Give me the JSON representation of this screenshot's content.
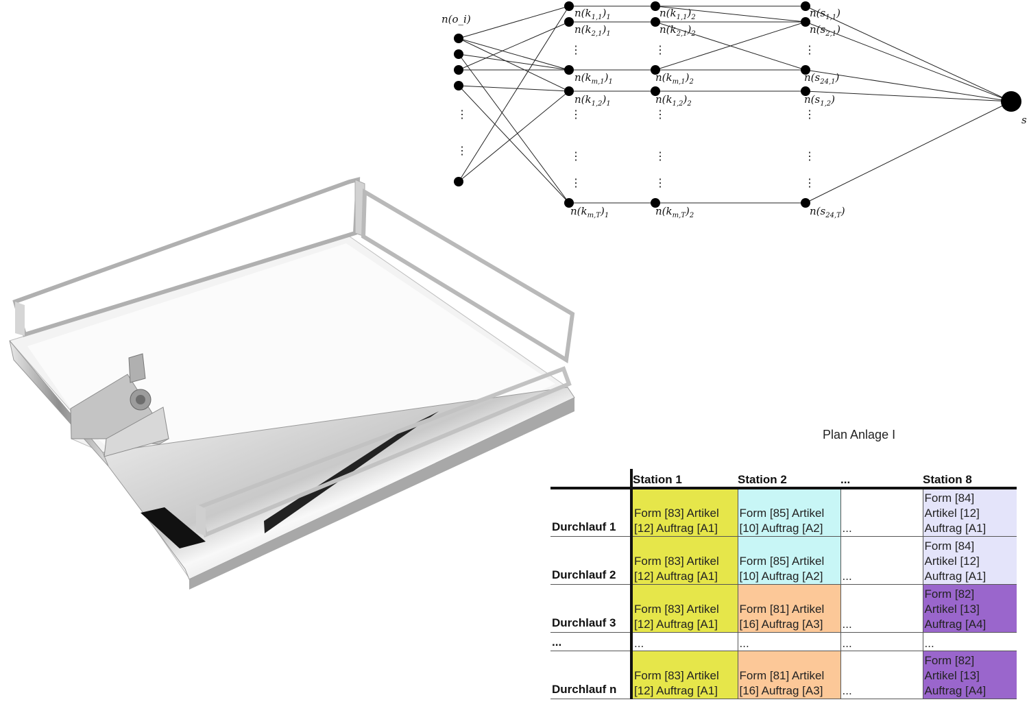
{
  "graph": {
    "source_label": "n(o_i)",
    "sink_label": "s",
    "labels": [
      {
        "base": "n(k",
        "sub": "1,1",
        "tail": ")",
        "tailsub": "1"
      },
      {
        "base": "n(k",
        "sub": "2,1",
        "tail": ")",
        "tailsub": "1"
      },
      {
        "base": "n(k",
        "sub": "m,1",
        "tail": ")",
        "tailsub": "1"
      },
      {
        "base": "n(k",
        "sub": "1,2",
        "tail": ")",
        "tailsub": "1"
      },
      {
        "base": "n(k",
        "sub": "m,T",
        "tail": ")",
        "tailsub": "1"
      },
      {
        "base": "n(k",
        "sub": "1,1",
        "tail": ")",
        "tailsub": "2"
      },
      {
        "base": "n(k",
        "sub": "2,1",
        "tail": ")",
        "tailsub": "2"
      },
      {
        "base": "n(k",
        "sub": "m,1",
        "tail": ")",
        "tailsub": "2"
      },
      {
        "base": "n(k",
        "sub": "1,2",
        "tail": ")",
        "tailsub": "2"
      },
      {
        "base": "n(k",
        "sub": "m,T",
        "tail": ")",
        "tailsub": "2"
      },
      {
        "base": "n(s",
        "sub": "1,1",
        "tail": ")",
        "tailsub": ""
      },
      {
        "base": "n(s",
        "sub": "2,1",
        "tail": ")",
        "tailsub": ""
      },
      {
        "base": "n(s",
        "sub": "24,1",
        "tail": ")",
        "tailsub": ""
      },
      {
        "base": "n(s",
        "sub": "1,2",
        "tail": ")",
        "tailsub": ""
      },
      {
        "base": "n(s",
        "sub": "24,T",
        "tail": ")",
        "tailsub": ""
      }
    ]
  },
  "plan": {
    "title": "Plan Anlage I",
    "columns": [
      "",
      "Station 1",
      "Station 2",
      "...",
      "Station 8"
    ],
    "rows": [
      {
        "label": "Durchlauf 1",
        "cells": [
          "Form [83]  Artikel\n[12] Auftrag [A1]",
          "Form [85]  Artikel\n[10] Auftrag [A2]",
          "...",
          "Form [84]\nArtikel [12]\nAuftrag [A1]"
        ],
        "colors": [
          "#e6e64a",
          "#c8f6f6",
          "#ffffff",
          "#e4e4fa"
        ]
      },
      {
        "label": "Durchlauf 2",
        "cells": [
          "Form [83]  Artikel\n[12] Auftrag [A1]",
          "Form [85]  Artikel\n[10] Auftrag [A2]",
          "...",
          "Form [84]\nArtikel [12]\nAuftrag [A1]"
        ],
        "colors": [
          "#e6e64a",
          "#c8f6f6",
          "#ffffff",
          "#e4e4fa"
        ]
      },
      {
        "label": "Durchlauf 3",
        "cells": [
          "Form [83]  Artikel\n[12] Auftrag [A1]",
          "Form [81]  Artikel\n[16] Auftrag [A3]",
          "...",
          "Form [82]\nArtikel [13]\nAuftrag [A4]"
        ],
        "colors": [
          "#e6e64a",
          "#fcc898",
          "#ffffff",
          "#9a66cc"
        ]
      },
      {
        "label": "...",
        "cells": [
          "...",
          "...",
          "...",
          "..."
        ],
        "colors": [
          "#ffffff",
          "#ffffff",
          "#ffffff",
          "#ffffff"
        ]
      },
      {
        "label": "Durchlauf n",
        "cells": [
          "Form [83]  Artikel\n[12] Auftrag [A1]",
          "Form [81]  Artikel\n[16] Auftrag [A3]",
          "...",
          "Form [82]\nArtikel [13]\nAuftrag [A4]"
        ],
        "colors": [
          "#e6e64a",
          "#fcc898",
          "#ffffff",
          "#9a66cc"
        ]
      }
    ]
  }
}
